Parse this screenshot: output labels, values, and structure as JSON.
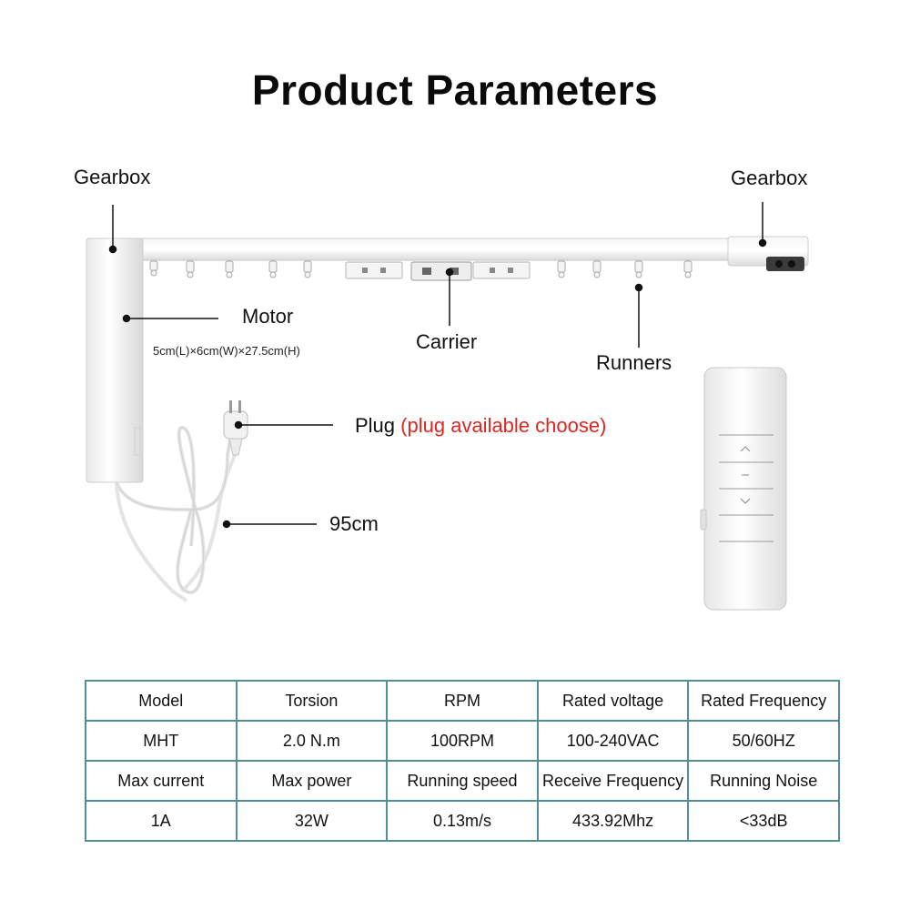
{
  "title": "Product Parameters",
  "labels": {
    "gearbox_left": "Gearbox",
    "gearbox_right": "Gearbox",
    "motor": "Motor",
    "motor_dims": "5cm(L)×6cm(W)×27.5cm(H)",
    "carrier": "Carrier",
    "runners": "Runners",
    "plug": "Plug",
    "plug_note": "(plug available choose)",
    "cable": "95cm"
  },
  "colors": {
    "accent_red": "#e0261f",
    "table_border": "#4f8f95"
  },
  "table": {
    "rows": [
      [
        "Model",
        "Torsion",
        "RPM",
        "Rated voltage",
        "Rated Frequency"
      ],
      [
        "MHT",
        "2.0 N.m",
        "100RPM",
        "100-240VAC",
        "50/60HZ"
      ],
      [
        "Max current",
        "Max power",
        "Running speed",
        "Receive Frequency",
        "Running Noise"
      ],
      [
        "1A",
        "32W",
        "0.13m/s",
        "433.92Mhz",
        "<33dB"
      ]
    ]
  },
  "remote": {
    "buttons": [
      "up-arrow-icon",
      "stop-icon",
      "down-arrow-icon"
    ]
  }
}
